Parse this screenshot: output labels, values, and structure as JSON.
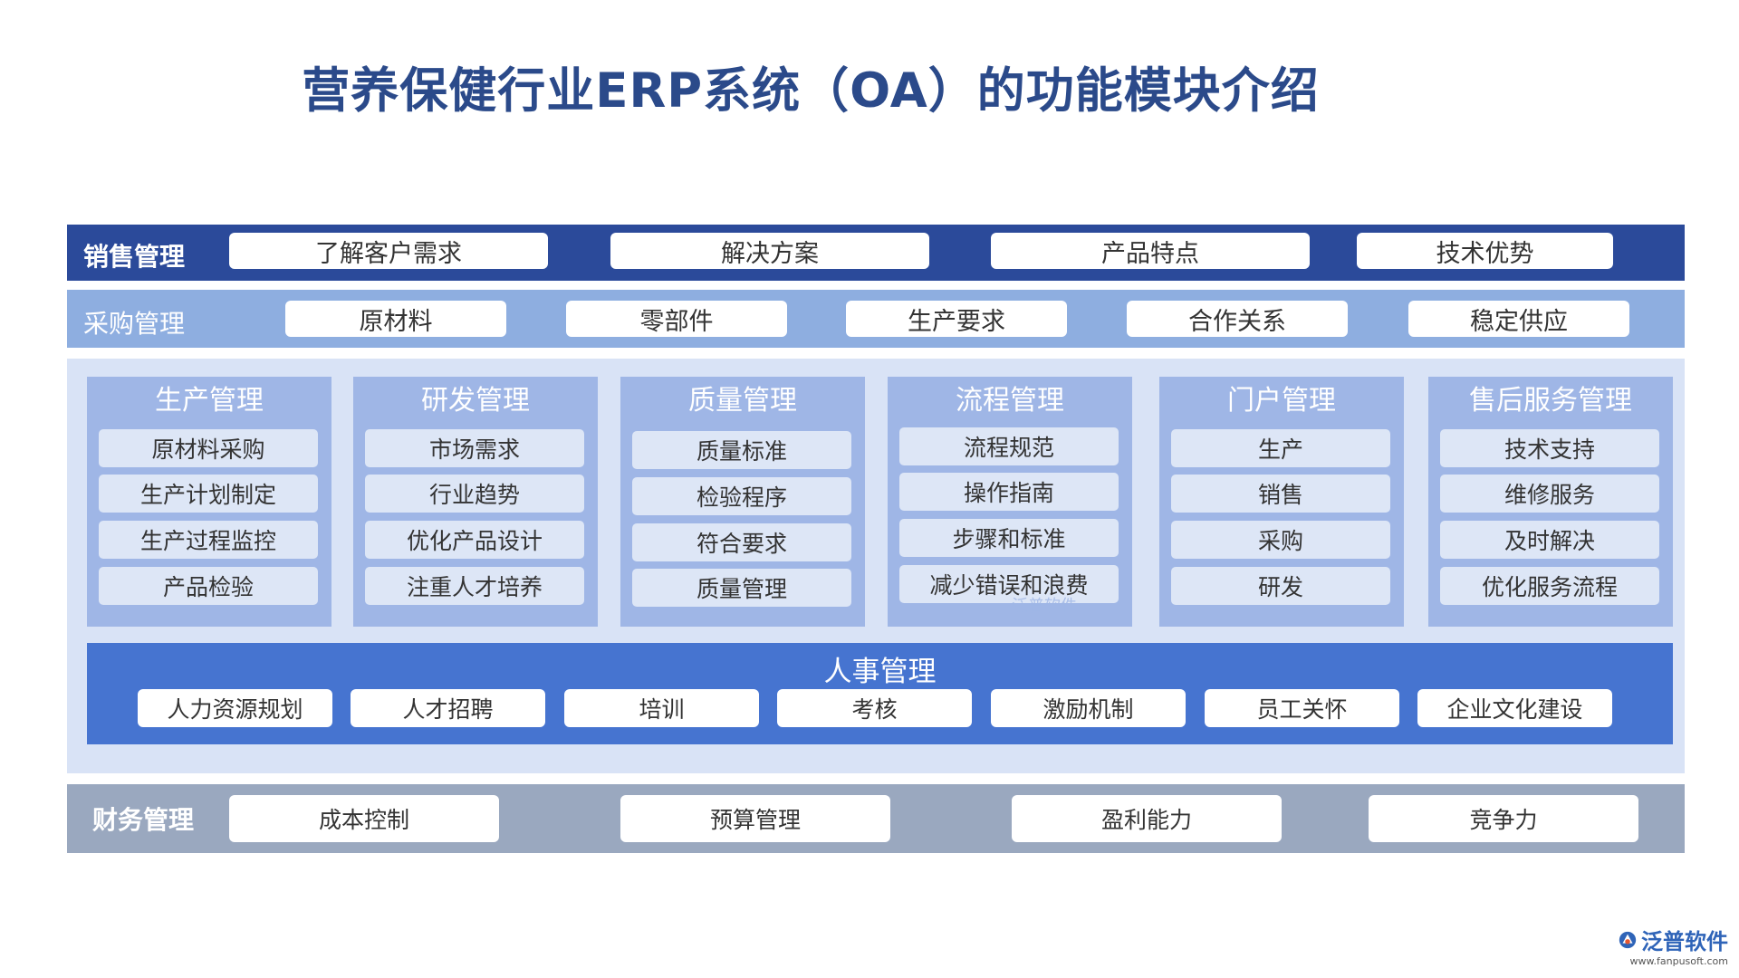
{
  "title": "营养保健行业ERP系统（OA）的功能模块介绍",
  "sales": {
    "label": "销售管理",
    "items": [
      "了解客户需求",
      "解决方案",
      "产品特点",
      "技术优势"
    ]
  },
  "purchase": {
    "label": "采购管理",
    "items": [
      "原材料",
      "零部件",
      "生产要求",
      "合作关系",
      "稳定供应"
    ]
  },
  "modules": [
    {
      "title": "生产管理",
      "items": [
        "原材料采购",
        "生产计划制定",
        "生产过程监控",
        "产品检验"
      ]
    },
    {
      "title": "研发管理",
      "items": [
        "市场需求",
        "行业趋势",
        "优化产品设计",
        "注重人才培养"
      ]
    },
    {
      "title": "质量管理",
      "items": [
        "质量标准",
        "检验程序",
        "符合要求",
        "质量管理"
      ]
    },
    {
      "title": "流程管理",
      "items": [
        "流程规范",
        "操作指南",
        "步骤和标准",
        "减少错误和浪费"
      ]
    },
    {
      "title": "门户管理",
      "items": [
        "生产",
        "销售",
        "采购",
        "研发"
      ]
    },
    {
      "title": "售后服务管理",
      "items": [
        "技术支持",
        "维修服务",
        "及时解决",
        "优化服务流程"
      ]
    }
  ],
  "hr": {
    "title": "人事管理",
    "items": [
      "人力资源规划",
      "人才招聘",
      "培训",
      "考核",
      "激励机制",
      "员工关怀",
      "企业文化建设"
    ]
  },
  "finance": {
    "label": "财务管理",
    "items": [
      "成本控制",
      "预算管理",
      "盈利能力",
      "竞争力"
    ]
  },
  "watermark": "泛普软件",
  "logo": {
    "name": "泛普软件",
    "url": "www.fanpusoft.com"
  },
  "colors": {
    "title": "#2b4a8a",
    "sales_band": "#2b4a9a",
    "purchase_band": "#8eaee0",
    "module": "#9fb6e6",
    "hr_band": "#4674d0",
    "finance_band": "#9aa8bf"
  }
}
